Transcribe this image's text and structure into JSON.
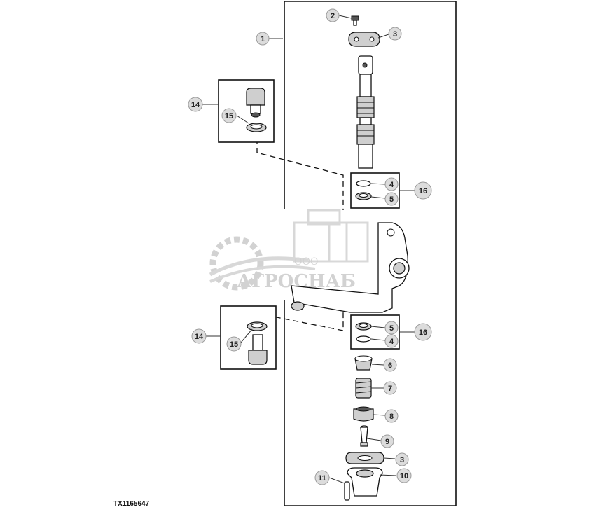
{
  "figure": {
    "id": "TX1165647"
  },
  "watermark": {
    "company_type": "ООО",
    "company_name": "АГРОСНАБ"
  },
  "callouts": [
    {
      "label": "1"
    },
    {
      "label": "2"
    },
    {
      "label": "3"
    },
    {
      "label": "14"
    },
    {
      "label": "15"
    },
    {
      "label": "4"
    },
    {
      "label": "5"
    },
    {
      "label": "16"
    },
    {
      "label": "14"
    },
    {
      "label": "15"
    },
    {
      "label": "5"
    },
    {
      "label": "4"
    },
    {
      "label": "16"
    },
    {
      "label": "6"
    },
    {
      "label": "7"
    },
    {
      "label": "8"
    },
    {
      "label": "9"
    },
    {
      "label": "3"
    },
    {
      "label": "11"
    },
    {
      "label": "10"
    }
  ]
}
